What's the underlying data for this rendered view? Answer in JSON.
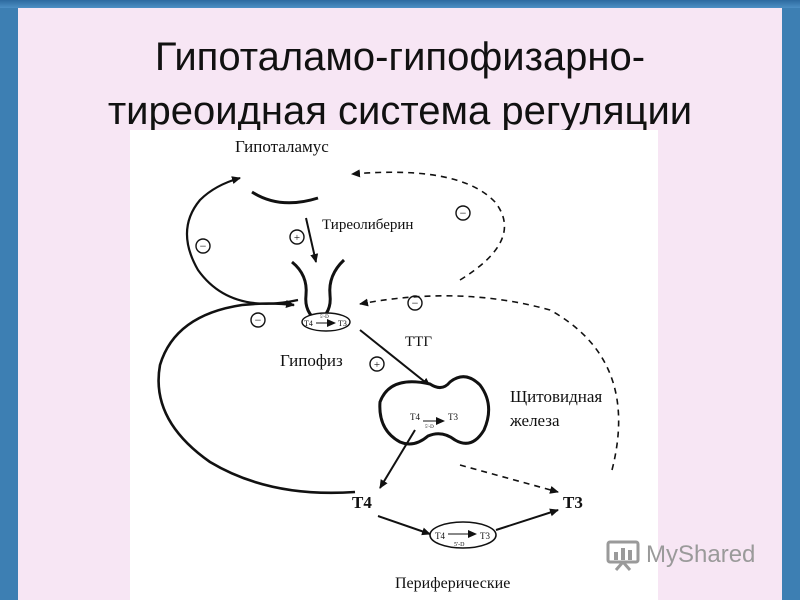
{
  "slide": {
    "title_line1": "Гипоталамо-гипофизарно-",
    "title_line2": "тиреоидная система регуляции"
  },
  "diagram": {
    "hypothalamus": "Гипоталамус",
    "thyroliberin": "Тиреолиберин",
    "tsh": "ТТГ",
    "pituitary": "Гипофиз",
    "thyroid_line1": "Щитовидная",
    "thyroid_line2": "железа",
    "t4": "Т4",
    "t3": "Т3",
    "peripheral": "Периферические",
    "enzyme": "5'-D",
    "plus": "+",
    "minus": "−"
  },
  "watermark": {
    "text": "MyShared"
  }
}
